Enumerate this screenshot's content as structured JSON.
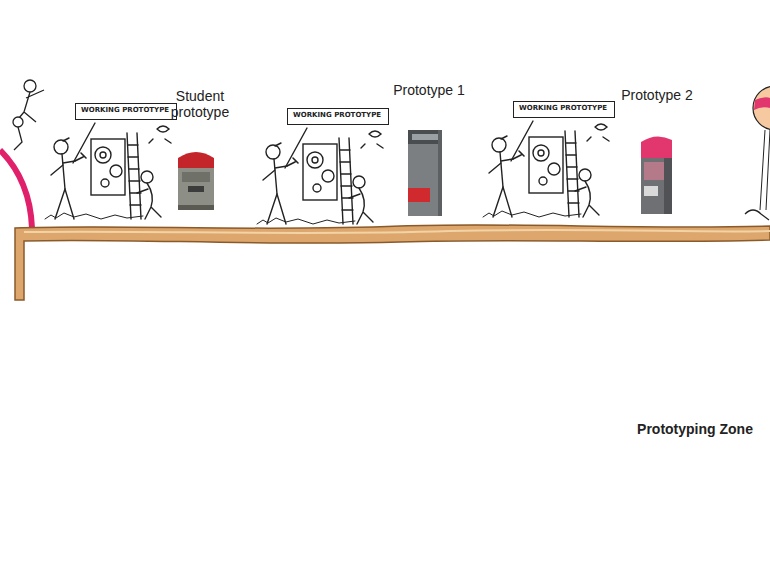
{
  "diagram": {
    "nodes": [
      {
        "text": [
          "WORKING PROTOTYPE"
        ]
      },
      {
        "text": [
          "WORKING PROTOTYPE"
        ]
      },
      {
        "text": [
          "WORKING PROTOTYPE"
        ]
      }
    ],
    "labels": [
      "Student prototype",
      "Prototype 1",
      "Prototype 2",
      "Prototyping Zone"
    ]
  }
}
